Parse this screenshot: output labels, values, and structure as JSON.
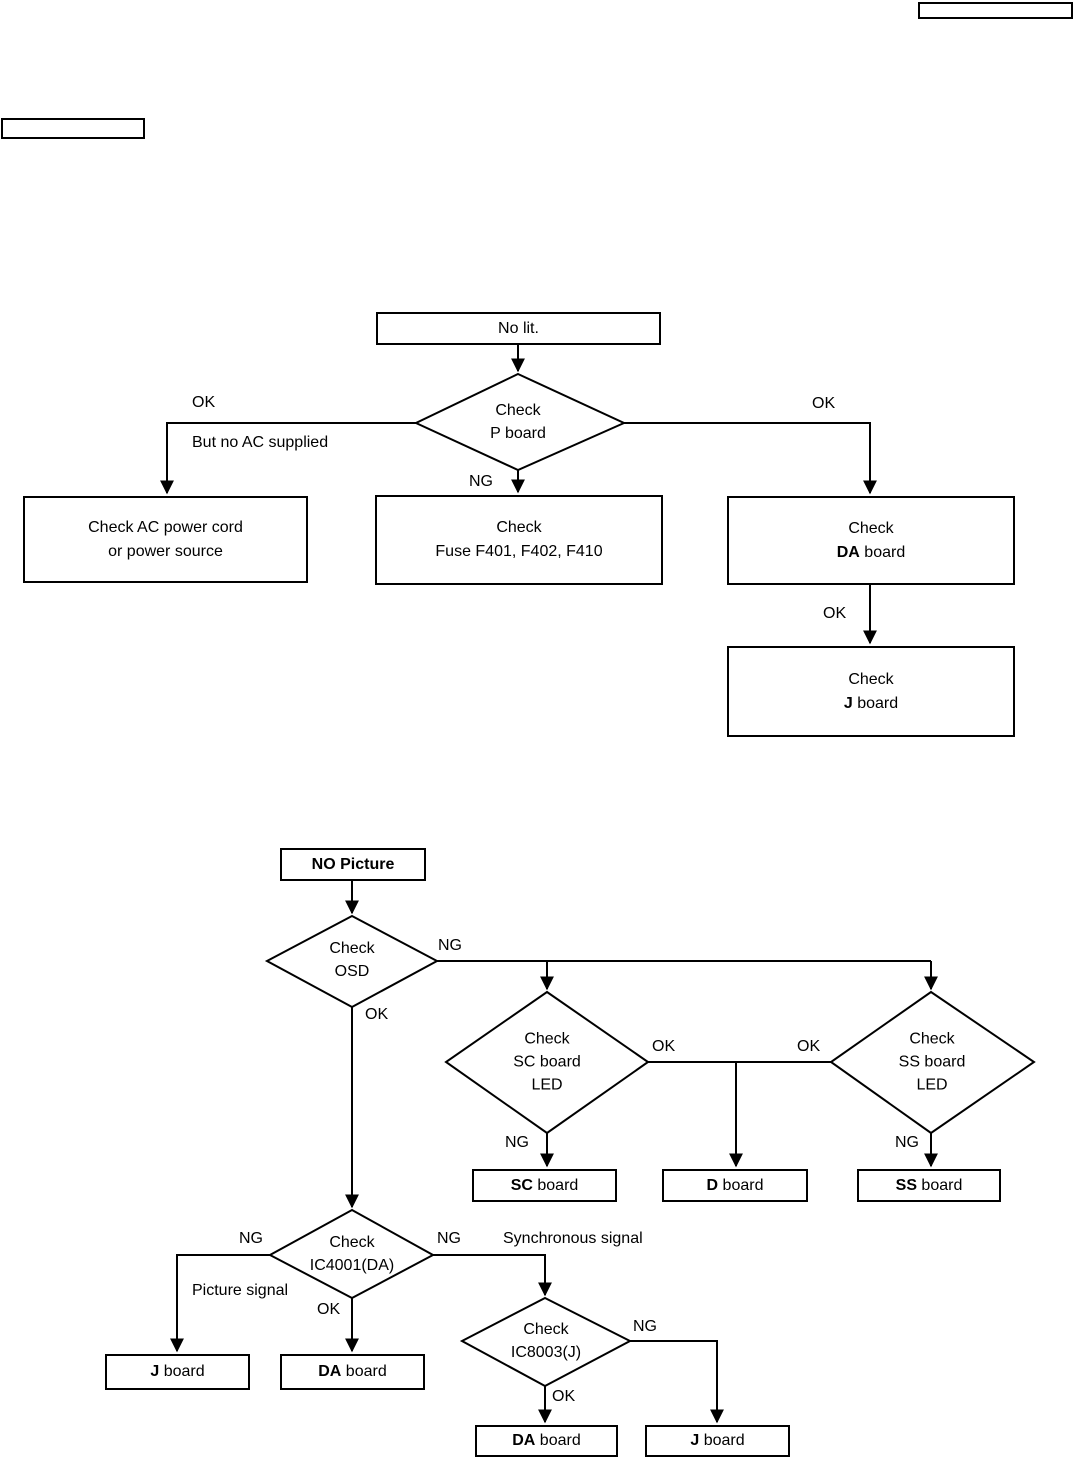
{
  "colors": {
    "line": "#000000",
    "background": "#ffffff",
    "text": "#000000"
  },
  "corner_boxes": {
    "top_right": "",
    "left": ""
  },
  "chart1": {
    "start": "No lit.",
    "p_decision": "Check\nP board",
    "ok_left": "OK",
    "but_no_ac": "But no AC supplied",
    "ng": "NG",
    "ok_right": "OK",
    "ac_box": "Check AC power cord\nor power source",
    "fuse_box": "Check\nFuse  F401, F402, F410",
    "da_box": {
      "l1": "Check",
      "b": "DA",
      "r": " board"
    },
    "ok_da": "OK",
    "j_box": {
      "l1": "Check",
      "b": "J",
      "r": " board"
    }
  },
  "chart2": {
    "start": "NO Picture",
    "osd_decision": "Check\nOSD",
    "ng_osd": "NG",
    "ok_osd": "OK",
    "sc_decision": "Check\nSC board\nLED",
    "ss_decision": "Check\nSS board\nLED",
    "ok_sc": "OK",
    "ok_ss": "OK",
    "ng_sc": "NG",
    "ng_ss": "NG",
    "sc_box": {
      "b": "SC",
      "r": " board"
    },
    "d_box": {
      "b": "D",
      "r": " board"
    },
    "ss_box": {
      "b": "SS",
      "r": " board"
    },
    "ic4001_decision": "Check\nIC4001(DA)",
    "ng_ic4001_left": "NG",
    "picture_signal": "Picture signal",
    "ok_ic4001": "OK",
    "ng_ic4001_right": "NG",
    "sync_signal": "Synchronous signal",
    "j_box_left": {
      "b": "J",
      "r": " board"
    },
    "da_box_mid": {
      "b": "DA",
      "r": " board"
    },
    "ic8003_decision": "Check\nIC8003(J)",
    "ok_ic8003": "OK",
    "ng_ic8003": "NG",
    "da_box_bottom": {
      "b": "DA",
      "r": " board"
    },
    "j_box_bottom": {
      "b": "J",
      "r": " board"
    }
  }
}
